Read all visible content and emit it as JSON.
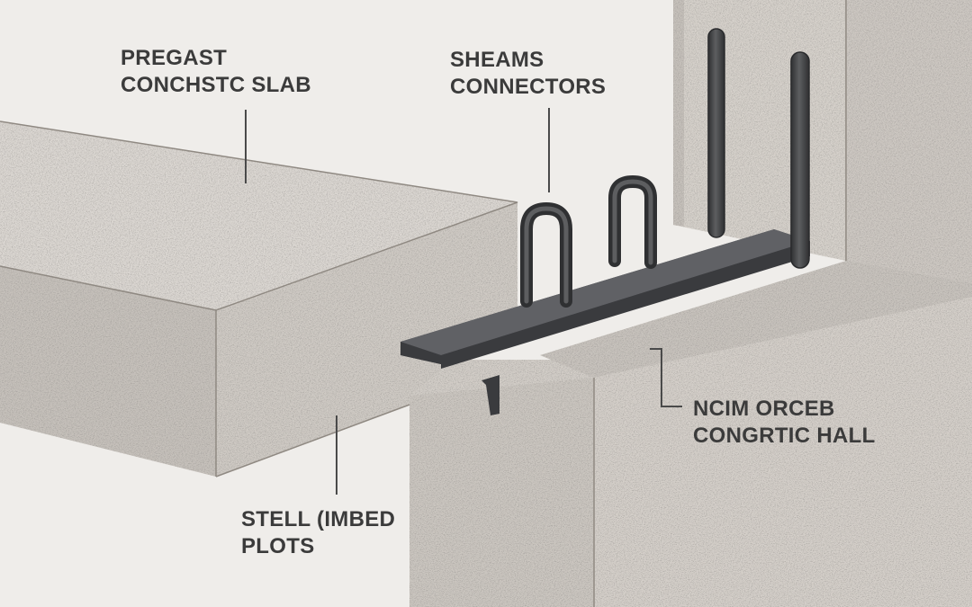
{
  "labels": {
    "slab": {
      "line1": "PREGAST",
      "line2": "CONCHSTC SLAB"
    },
    "connectors": {
      "line1": "SHEAMS",
      "line2": "CONNECTORS"
    },
    "wall": {
      "line1": "NCIM ORCEB",
      "line2": "CONGRTIC HALL"
    },
    "plates": {
      "line1": "STELL (IMBED",
      "line2": "PLOTS"
    }
  },
  "colors": {
    "background": "#efedea",
    "concrete_top": "#d9d5d0",
    "concrete_front": "#cfcac4",
    "concrete_side": "#c4bfb9",
    "wall_face": "#d3cec8",
    "steel": "#4a4b4d",
    "steel_dark": "#2f3032",
    "steel_light": "#6a6b6d",
    "leader_line": "#4a4a4a",
    "label_text": "#3b3b3b"
  }
}
